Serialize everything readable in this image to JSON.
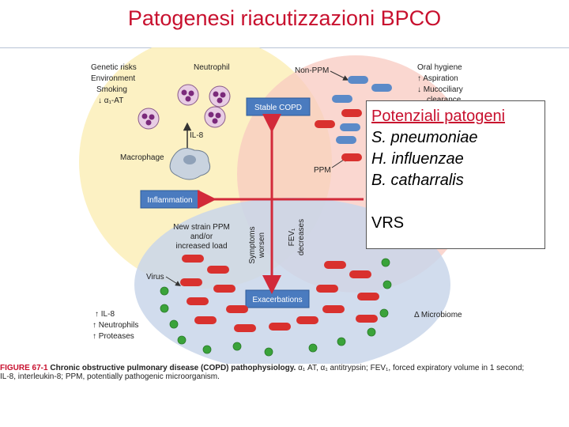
{
  "title": "Patogenesi riacutizzazioni BPCO",
  "callout": {
    "heading": "Potenziali patogeni",
    "items": [
      "S. pneumoniae",
      "H. influenzae",
      "B. catharralis"
    ],
    "extra": "VRS"
  },
  "diagram": {
    "left_risks": [
      "Genetic risks",
      "Environment",
      "Smoking",
      "↓ α₁-AT"
    ],
    "neutrophil": "Neutrophil",
    "il8_arrow": "IL-8",
    "macrophage": "Macrophage",
    "stable_copd": "Stable COPD",
    "inflammation": "Inflammation",
    "exacerbations": "Exacerbations",
    "non_ppm": "Non-PPM",
    "ppm": "PPM",
    "right_top": [
      "Oral hygiene",
      "↑ Aspiration",
      "↓ Mucociliary",
      "clearance"
    ],
    "new_strain": [
      "New strain PPM",
      "and/or",
      "increased load"
    ],
    "symptoms": [
      "Symptoms",
      "worsen"
    ],
    "fev": [
      "FEV₁",
      "decreases"
    ],
    "virus": "Virus",
    "bottom_left": [
      "↑ IL-8",
      "↑ Neutrophils",
      "↑ Proteases"
    ],
    "microbiome": "Δ Microbiome"
  },
  "caption": {
    "figure_no": "FIGURE 67-1",
    "line1_bold": "Chronic obstructive pulmonary disease (COPD) pathophysiology.",
    "line1_rest": " α₁ AT, α₁ antitrypsin; FEV₁, forced expiratory volume in 1 second;",
    "line2": "IL-8, interleukin-8; PPM, potentially pathogenic microorganism."
  },
  "colors": {
    "title": "#c8102e",
    "yellow_zone": "#fbeeb8",
    "pink_zone": "#f8c9c0",
    "blue_zone": "#c9d6ea",
    "red_bacteria": "#d9312e",
    "blue_bacteria": "#5b8ac8",
    "virus": "#3aa33a",
    "arrow": "#d22a3a",
    "label_box": "#4a7bbf"
  }
}
